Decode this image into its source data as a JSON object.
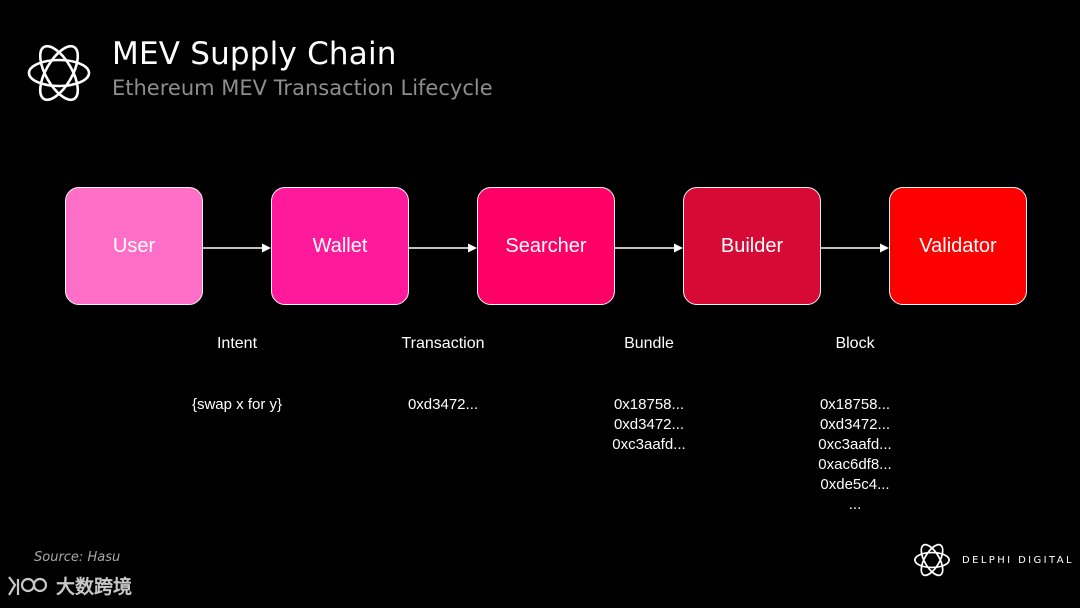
{
  "header": {
    "title": "MEV Supply Chain",
    "subtitle": "Ethereum MEV Transaction Lifecycle"
  },
  "nodes": [
    {
      "label": "User",
      "color": "#ff6ec7"
    },
    {
      "label": "Wallet",
      "color": "#ff1a9b"
    },
    {
      "label": "Searcher",
      "color": "#ff0066"
    },
    {
      "label": "Builder",
      "color": "#d60a35"
    },
    {
      "label": "Validator",
      "color": "#ff0000"
    }
  ],
  "stages": [
    {
      "label": "Intent",
      "items": [
        "{swap x for y}"
      ]
    },
    {
      "label": "Transaction",
      "items": [
        "0xd3472..."
      ]
    },
    {
      "label": "Bundle",
      "items": [
        "0x18758...",
        "0xd3472...",
        "0xc3aafd..."
      ]
    },
    {
      "label": "Block",
      "items": [
        "0x18758...",
        "0xd3472...",
        "0xc3aafd...",
        "0xac6df8...",
        "0xde5c4...",
        "..."
      ]
    }
  ],
  "footer": {
    "source": "Source: Hasu",
    "brand": "DELPHI DIGITAL",
    "watermark": "大数跨境"
  }
}
